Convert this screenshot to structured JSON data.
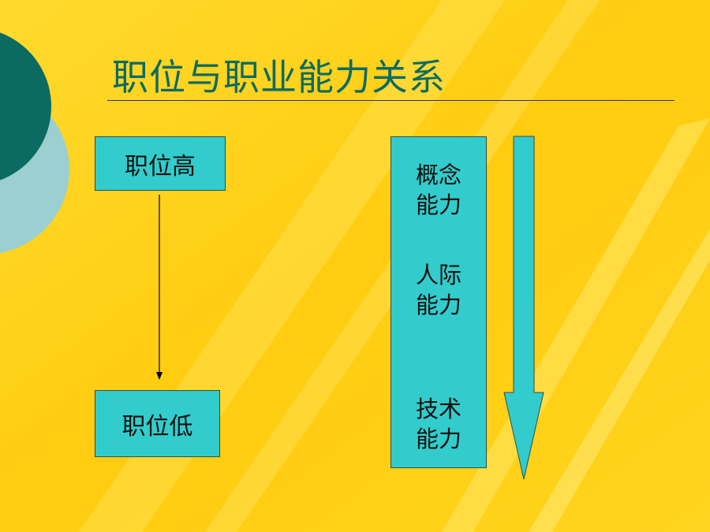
{
  "title": "职位与职业能力关系",
  "position_high": "职位高",
  "position_low": "职位低",
  "abilities": [
    {
      "line1": "概念",
      "line2": "能力"
    },
    {
      "line1": "人际",
      "line2": "能力"
    },
    {
      "line1": "技术",
      "line2": "能力"
    }
  ],
  "colors": {
    "background": "#FFD21A",
    "box_fill": "#33CCCC",
    "title": "#0B6B62",
    "circle_dark": "#0B6B62",
    "circle_light": "#9CCFCF"
  }
}
